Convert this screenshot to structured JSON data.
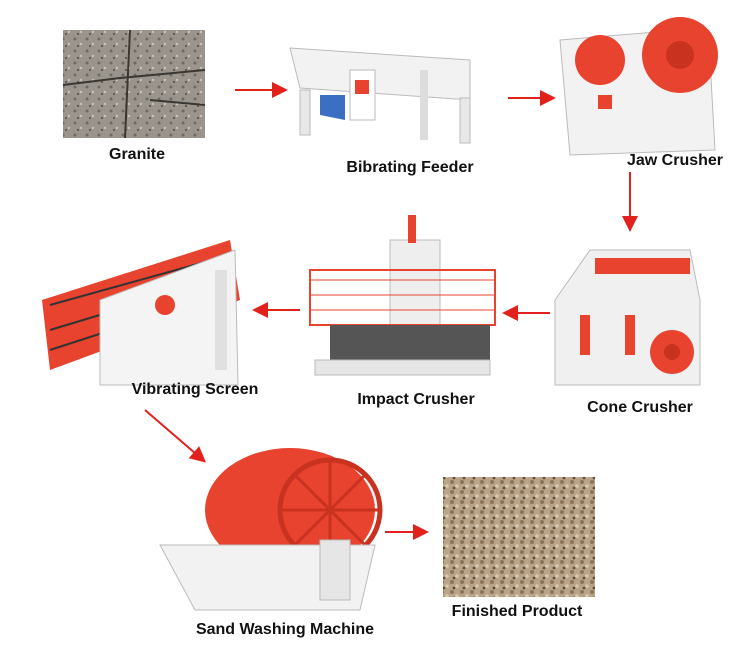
{
  "title": "Granite sand production process",
  "steps": [
    {
      "label": "Granite"
    },
    {
      "label": "Bibrating Feeder"
    },
    {
      "label": "Jaw Crusher"
    },
    {
      "label": "Cone Crusher"
    },
    {
      "label": "Impact Crusher"
    },
    {
      "label": "Vibrating Screen"
    },
    {
      "label": "Sand Washing Machine"
    },
    {
      "label": "Finished Product"
    }
  ],
  "colors": {
    "arrow": "#e3211c",
    "machine_red": "#e8432e",
    "machine_white": "#f2f2f2"
  }
}
